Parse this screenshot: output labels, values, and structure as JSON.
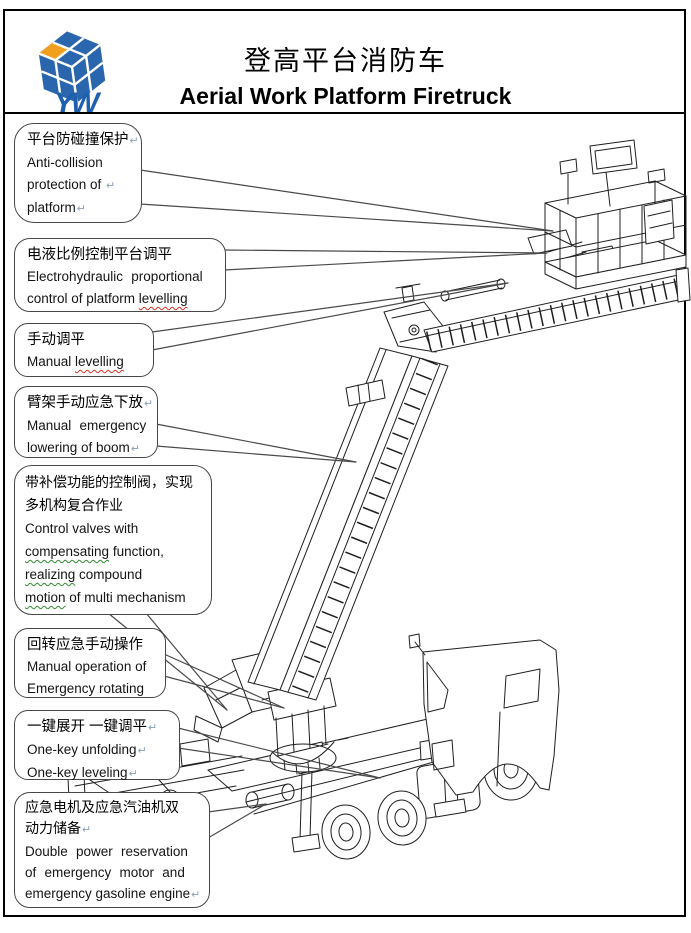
{
  "header": {
    "title_zh": "登高平台消防车",
    "title_en": "Aerial Work Platform Firetruck"
  },
  "logo": {
    "letters": "YW"
  },
  "glyphs": {
    "return_mark": "↵"
  },
  "callouts": [
    {
      "zh1": "平台防碰撞保护",
      "en1": "Anti-collision",
      "en2": "protection of ",
      "en3": "platform"
    },
    {
      "zh1": "电液比例控制平台调平",
      "en1": "Electrohydraulic proportional",
      "en2a": "control of platform ",
      "en2b": "levelling"
    },
    {
      "zh1": "手动调平",
      "en1a": "Manual ",
      "en1b": "levelling"
    },
    {
      "zh1": "臂架手动应急下放",
      "en1": "Manual emergency",
      "en2": "lowering of boom"
    },
    {
      "zh1": "带补偿功能的控制阀，实现",
      "zh2": "多机构复合作业",
      "en1": "Control valves with",
      "en2a": "compensating",
      "en2b": " function,",
      "en3a": "realizing",
      "en3b": " compound",
      "en4a": "motion",
      "en4b": " of multi mechanism"
    },
    {
      "zh1": "回转应急手动操作",
      "en1": "Manual operation of",
      "en2": "Emergency rotating"
    },
    {
      "zh1": "一键展开 一键调平",
      "en1": "One-key unfolding",
      "en2": "One-key leveling"
    },
    {
      "zh1": "应急电机及应急汽油机双",
      "zh2": "动力储备",
      "en1": "Double power reservation",
      "en2": "of emergency motor and",
      "en3": "emergency gasoline engine"
    }
  ],
  "colors": {
    "logo_blue": "#2a66ad",
    "logo_orange": "#f0a01e",
    "line": "#1f1f1f"
  }
}
